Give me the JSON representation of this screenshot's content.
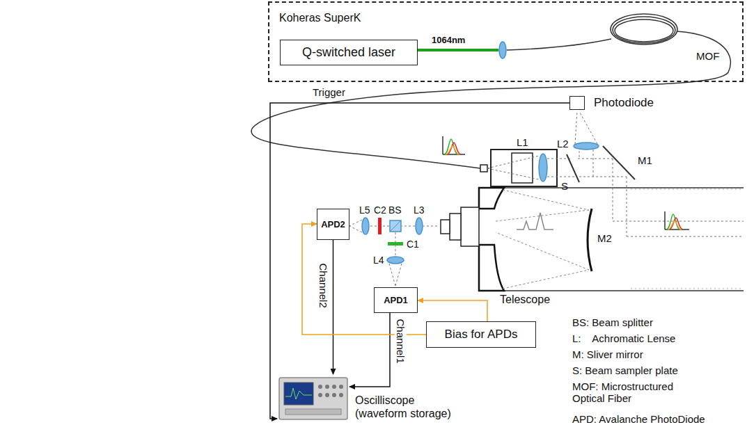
{
  "diagram": {
    "nodes": [
      {
        "text": [
          "Koheras SuperK"
        ]
      },
      {
        "text": [
          "Q-switched laser"
        ],
        "in": 0
      },
      {
        "text": [
          "Photodiode"
        ]
      },
      {
        "text": [
          "APD2"
        ]
      },
      {
        "text": [
          "APD1"
        ]
      },
      {
        "text": [
          "Bias for APDs"
        ]
      },
      {
        "text": [
          "Oscilliscope (waveform storage)"
        ]
      }
    ],
    "edges": [
      {
        "from": 2,
        "to": 6,
        "arrow": "to",
        "label": "Trigger"
      },
      {
        "from": 4,
        "to": 6,
        "arrow": "to",
        "label": "Channel1"
      },
      {
        "from": 3,
        "to": 6,
        "arrow": "to",
        "label": "Channel2"
      },
      {
        "from": 5,
        "to": 4,
        "arrow": "to"
      },
      {
        "from": 5,
        "to": 3,
        "arrow": "to"
      }
    ],
    "labels": [
      "1064nm",
      "MOF",
      "L1",
      "L2",
      "S",
      "M1",
      "M2",
      "Telescope",
      "L5",
      "C2",
      "BS",
      "L3",
      "C1",
      "L4",
      "BS: Beam splitter",
      "L:    Achromatic Lense",
      "M: Sliver mirror",
      "S: Beam sampler plate",
      "MOF: Microstructured Optical Fiber",
      "APD: Avalanche PhotoDiode"
    ]
  }
}
